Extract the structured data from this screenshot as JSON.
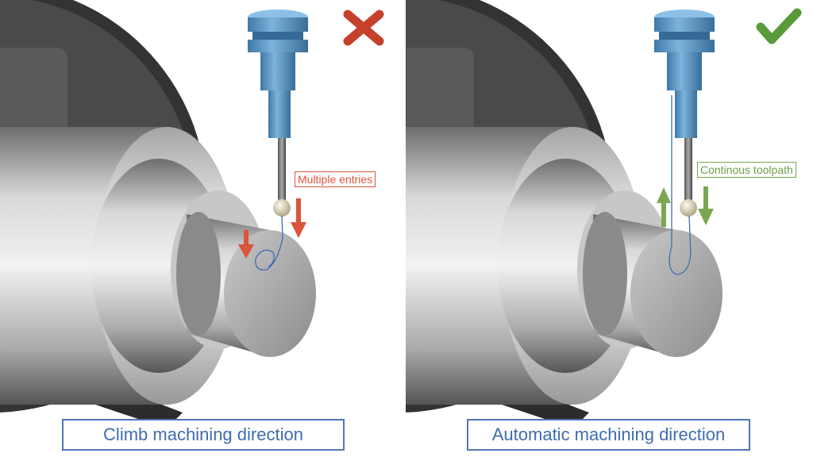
{
  "panels": [
    {
      "caption": "Climb machining direction",
      "annotation": "Multiple entries",
      "verdict_icon": "cross-icon",
      "accent": "#d9553c"
    },
    {
      "caption": "Automatic machining direction",
      "annotation": "Continous toolpath",
      "verdict_icon": "check-icon",
      "accent": "#7aa852"
    }
  ],
  "colors": {
    "caption_border": "#4f77b8",
    "tool_blue": "#5b94c4",
    "toolpath": "#3f6cb0"
  }
}
